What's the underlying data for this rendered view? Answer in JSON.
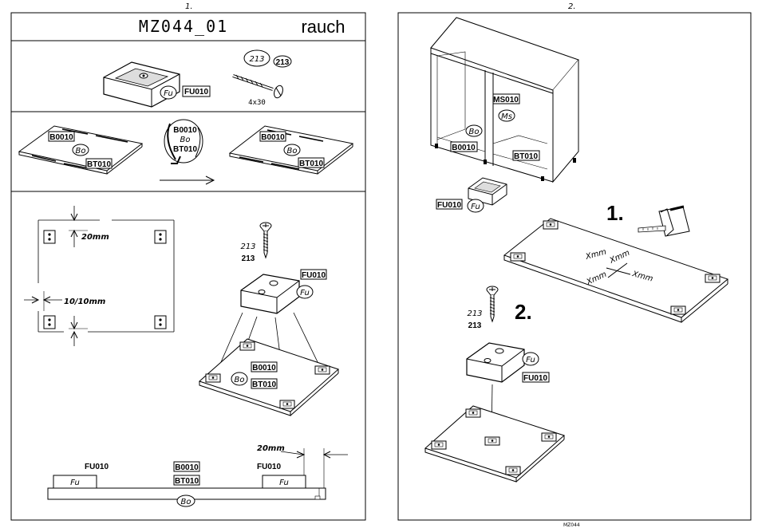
{
  "pages": {
    "left_number": "1.",
    "right_number": "2."
  },
  "header": {
    "model_code": "MZ044_01",
    "brand": "rauch"
  },
  "parts": {
    "foot_code": "FU010",
    "foot_symbol": "Fu",
    "screw_ref": "213",
    "screw_ref_circled": "213",
    "screw_size": "4x30",
    "bottom_code": "B0010",
    "bottom_symbol": "Bo",
    "back_code": "BT010",
    "middle_code": "MS010",
    "middle_symbol": "Ms"
  },
  "rotate_card": {
    "line1": "B0010",
    "line2": "Bo",
    "line3": "BT010"
  },
  "dimensions": {
    "edge_offset": "20mm",
    "corner_offset": "10/10mm",
    "side_offset": "20mm",
    "measure_label": "Xmm"
  },
  "steps": {
    "step1": "1.",
    "step2": "2."
  },
  "footer": {
    "code": "MZ044"
  }
}
